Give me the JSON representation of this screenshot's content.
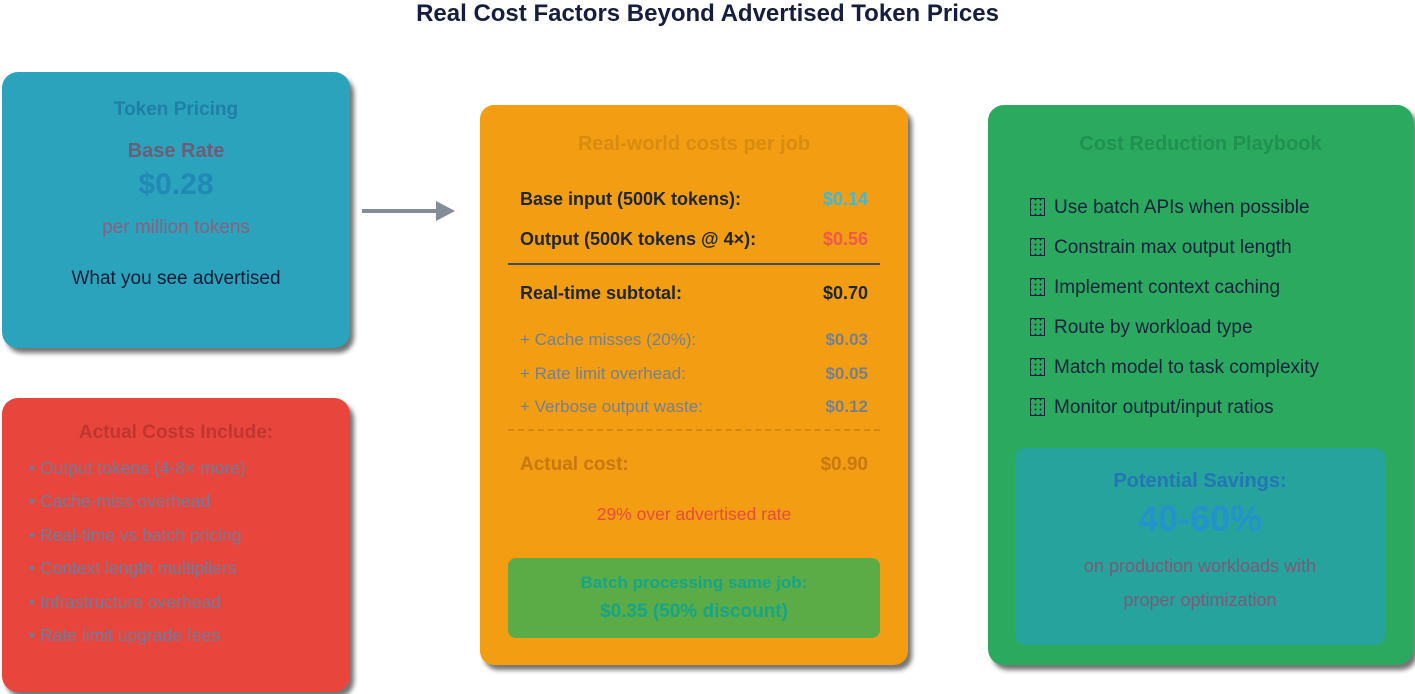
{
  "title": "Real Cost Factors Beyond Advertised Token Prices",
  "colors": {
    "advertised_card_bg": "#2ba3bd",
    "hidden_card_bg": "#e8463c",
    "breakdown_card_bg": "#f39d12",
    "optimization_card_bg": "#2baa5f",
    "batch_callout_bg": "#5bab46",
    "savings_card_bg": "#26a39c",
    "input_value": "#3fb9da",
    "output_value": "#ef5a4c",
    "warning_red": "#e74c3c",
    "batch_teal": "#17a589"
  },
  "advertised_box": {
    "header": "Token Pricing",
    "base_label": "Base Rate",
    "rate": "$0.28",
    "unit": "per million tokens",
    "note": "What you see advertised"
  },
  "hidden_costs_box": {
    "header": "Actual Costs Include:",
    "items": [
      "• Output tokens (4-8× more)",
      "• Cache-miss overhead",
      "• Real-time vs batch pricing",
      "• Context length multipliers",
      "• Infrastructure overhead",
      "• Rate limit upgrade fees"
    ]
  },
  "arrow_icon": "right-arrow-icon",
  "breakdown_box": {
    "header": "Real-world costs per job",
    "rows": [
      {
        "label": "Base input (500K tokens):",
        "value": "$0.14"
      },
      {
        "label": "Output (500K tokens @ 4×):",
        "value": "$0.56"
      }
    ],
    "subtotal": {
      "label": "Real-time subtotal:",
      "value": "$0.70"
    },
    "overhead_rows": [
      {
        "label": "+ Cache misses (20%):",
        "value": "$0.03"
      },
      {
        "label": "+ Rate limit overhead:",
        "value": "$0.05"
      },
      {
        "label": "+ Verbose output waste:",
        "value": "$0.12"
      }
    ],
    "total": {
      "label": "Actual cost:",
      "value": "$0.90"
    },
    "over_rate_note": "29% over advertised rate",
    "batch_callout": {
      "line1": "Batch processing same job:",
      "line2": "$0.35 (50% discount)"
    }
  },
  "optimization_box": {
    "header": "Cost Reduction Playbook",
    "item_icon": "missing-glyph-checkbox-icon",
    "items": [
      "Use batch APIs when possible",
      "Constrain max output length",
      "Implement context caching",
      "Route by workload type",
      "Match model to task complexity",
      "Monitor output/input ratios"
    ],
    "savings": {
      "label": "Potential Savings:",
      "value": "40-60%",
      "note_line1": "on production workloads with",
      "note_line2": "proper optimization"
    }
  }
}
